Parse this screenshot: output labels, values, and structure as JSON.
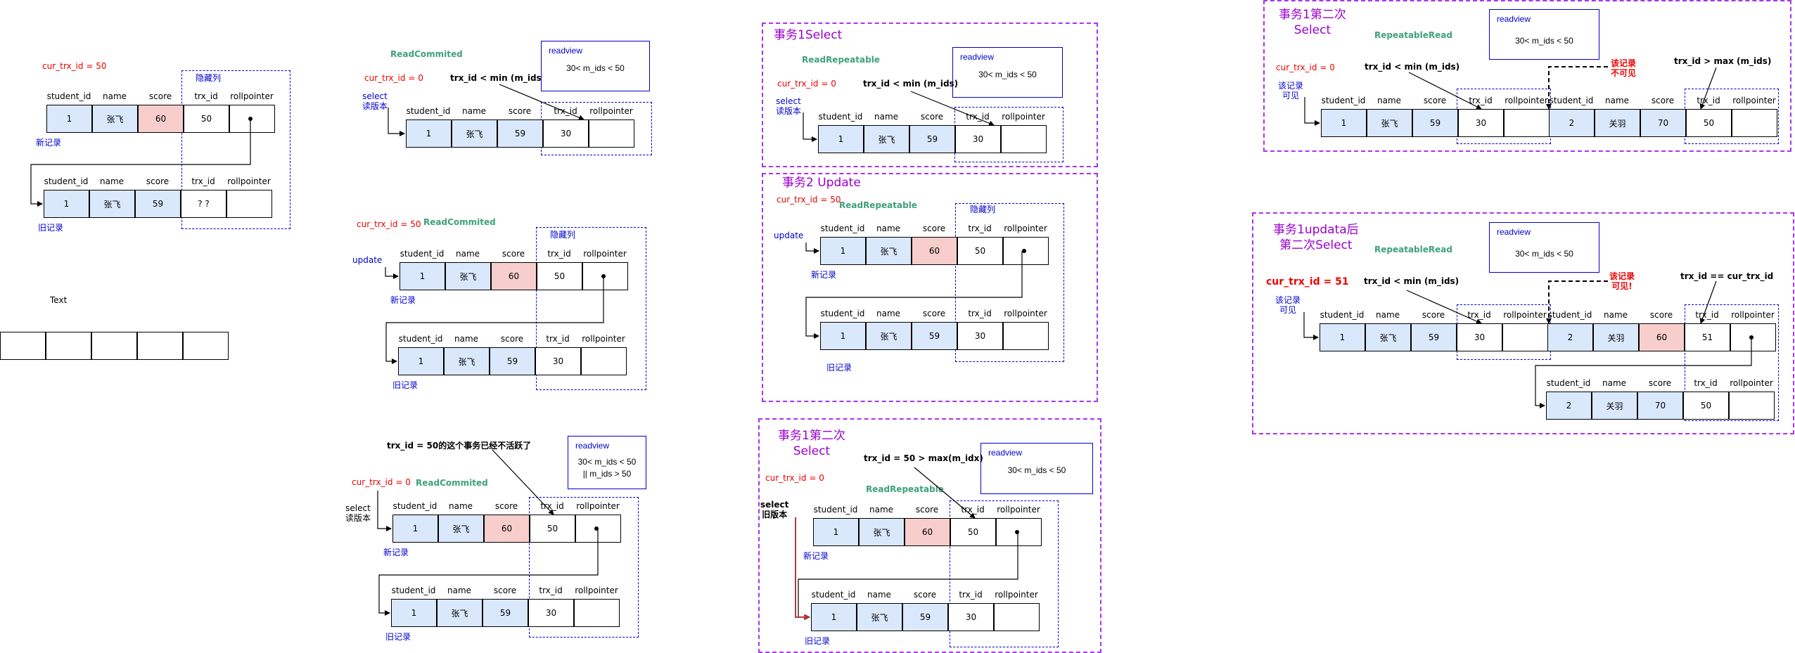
{
  "columns": [
    "student_id",
    "name",
    "score",
    "trx_id",
    "rollpointer"
  ],
  "terms": {
    "hidden_col": "隐藏列",
    "new_record": "新记录",
    "old_record": "旧记录",
    "readview": "readview",
    "read_committed": "ReadCommited",
    "read_repeatable": "ReadRepeatable",
    "repeatable_read": "RepeatableRead",
    "update": "update",
    "select_read": "select\n读版本",
    "select_old": "select\n旧版本",
    "visible": "该记录\n可见",
    "not_visible": "该记录\n不可见",
    "visible_bang": "该记录\n可见!"
  },
  "intro": {
    "cur": "cur_trx_id = 50",
    "new_row": [
      "1",
      "张飞",
      "60",
      "50",
      ""
    ],
    "old_row": [
      "1",
      "张飞",
      "59",
      "? ?",
      ""
    ],
    "text_label": "Text",
    "empty_row": [
      "",
      "",
      "",
      "",
      ""
    ]
  },
  "rc_select": {
    "cur": "cur_trx_id = 0",
    "cond": "trx_id < min  (m_ids)",
    "rv": "30< m_ids < 50",
    "row": [
      "1",
      "张飞",
      "59",
      "30",
      ""
    ]
  },
  "rc_update": {
    "cur": "cur_trx_id = 50",
    "new_row": [
      "1",
      "张飞",
      "60",
      "50",
      ""
    ],
    "old_row": [
      "1",
      "张飞",
      "59",
      "30",
      ""
    ]
  },
  "rc_select2": {
    "cur": "cur_trx_id = 0",
    "note": "trx_id = 50的这个事务已经不活跃了",
    "rv": "30< m_ids < 50\n|| m_ids > 50",
    "select": "select\n读版本",
    "new_row": [
      "1",
      "张飞",
      "60",
      "50",
      ""
    ],
    "old_row": [
      "1",
      "张飞",
      "59",
      "30",
      ""
    ]
  },
  "t1_select": {
    "title": "事务1Select",
    "cur": "cur_trx_id = 0",
    "cond": "trx_id < min  (m_ids)",
    "rv": "30< m_ids < 50",
    "row": [
      "1",
      "张飞",
      "59",
      "30",
      ""
    ]
  },
  "t2_update": {
    "title": "事务2 Update",
    "cur": "cur_trx_id = 50",
    "new_row": [
      "1",
      "张飞",
      "60",
      "50",
      ""
    ],
    "old_row": [
      "1",
      "张飞",
      "59",
      "30",
      ""
    ]
  },
  "t1_second": {
    "title": "事务1第二次\nSelect",
    "cur": "cur_trx_id = 0",
    "cond": "trx_id = 50 > max(m_idx)",
    "rv": "30< m_ids < 50",
    "new_row": [
      "1",
      "张飞",
      "60",
      "50",
      ""
    ],
    "old_row": [
      "1",
      "张飞",
      "59",
      "30",
      ""
    ]
  },
  "t1_second_rr": {
    "title": "事务1第二次\nSelect",
    "cur": "cur_trx_id = 0",
    "cond1": "trx_id < min  (m_ids)",
    "cond2": "trx_id > max  (m_ids)",
    "rv": "30< m_ids < 50",
    "row1": [
      "1",
      "张飞",
      "59",
      "30",
      ""
    ],
    "row2": [
      "2",
      "关羽",
      "70",
      "50",
      ""
    ]
  },
  "t1_after_update": {
    "title": "事务1updata后\n第二次Select",
    "cur": "cur_trx_id = 51",
    "cond1": "trx_id < min  (m_ids)",
    "cond2": "trx_id == cur_trx_id",
    "rv": "30< m_ids < 50",
    "row1": [
      "1",
      "张飞",
      "59",
      "30",
      ""
    ],
    "row2": [
      "2",
      "关羽",
      "60",
      "51",
      ""
    ],
    "row3": [
      "2",
      "关羽",
      "70",
      "50",
      ""
    ]
  }
}
